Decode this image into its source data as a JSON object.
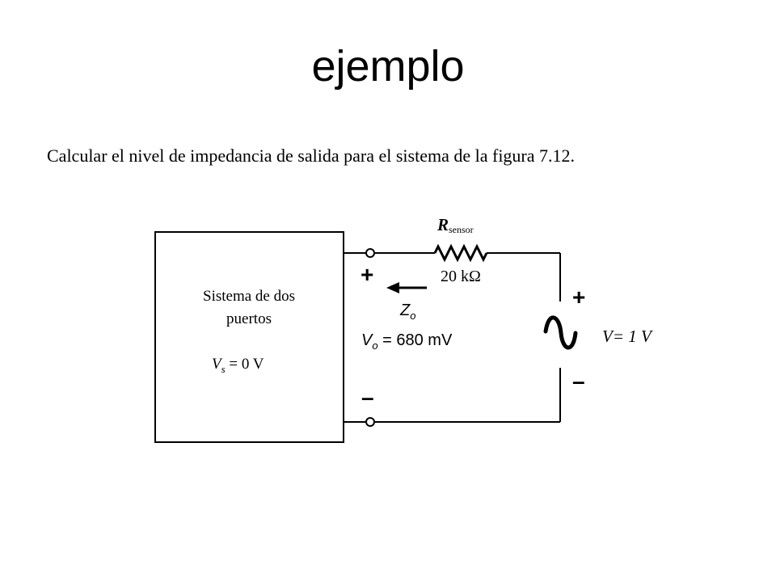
{
  "slide": {
    "title": "ejemplo",
    "problem_text": "Calcular el nivel de impedancia de salida para el sistema de la figura 7.12."
  },
  "circuit": {
    "block_line1": "Sistema de dos",
    "block_line2": "puertos",
    "vs_symbol": "V",
    "vs_sub": "s",
    "vs_value": " = 0 V",
    "resistor_symbol": "R",
    "resistor_sub": "sensor",
    "resistor_value": "20 kΩ",
    "zo_symbol": "Z",
    "zo_sub": "o",
    "vo_symbol": "V",
    "vo_sub": "o",
    "vo_value": " = 680 mV",
    "plus_out": "+",
    "minus_out": "–",
    "plus_src": "+",
    "minus_src": "–",
    "source_label": "V= 1 V"
  }
}
